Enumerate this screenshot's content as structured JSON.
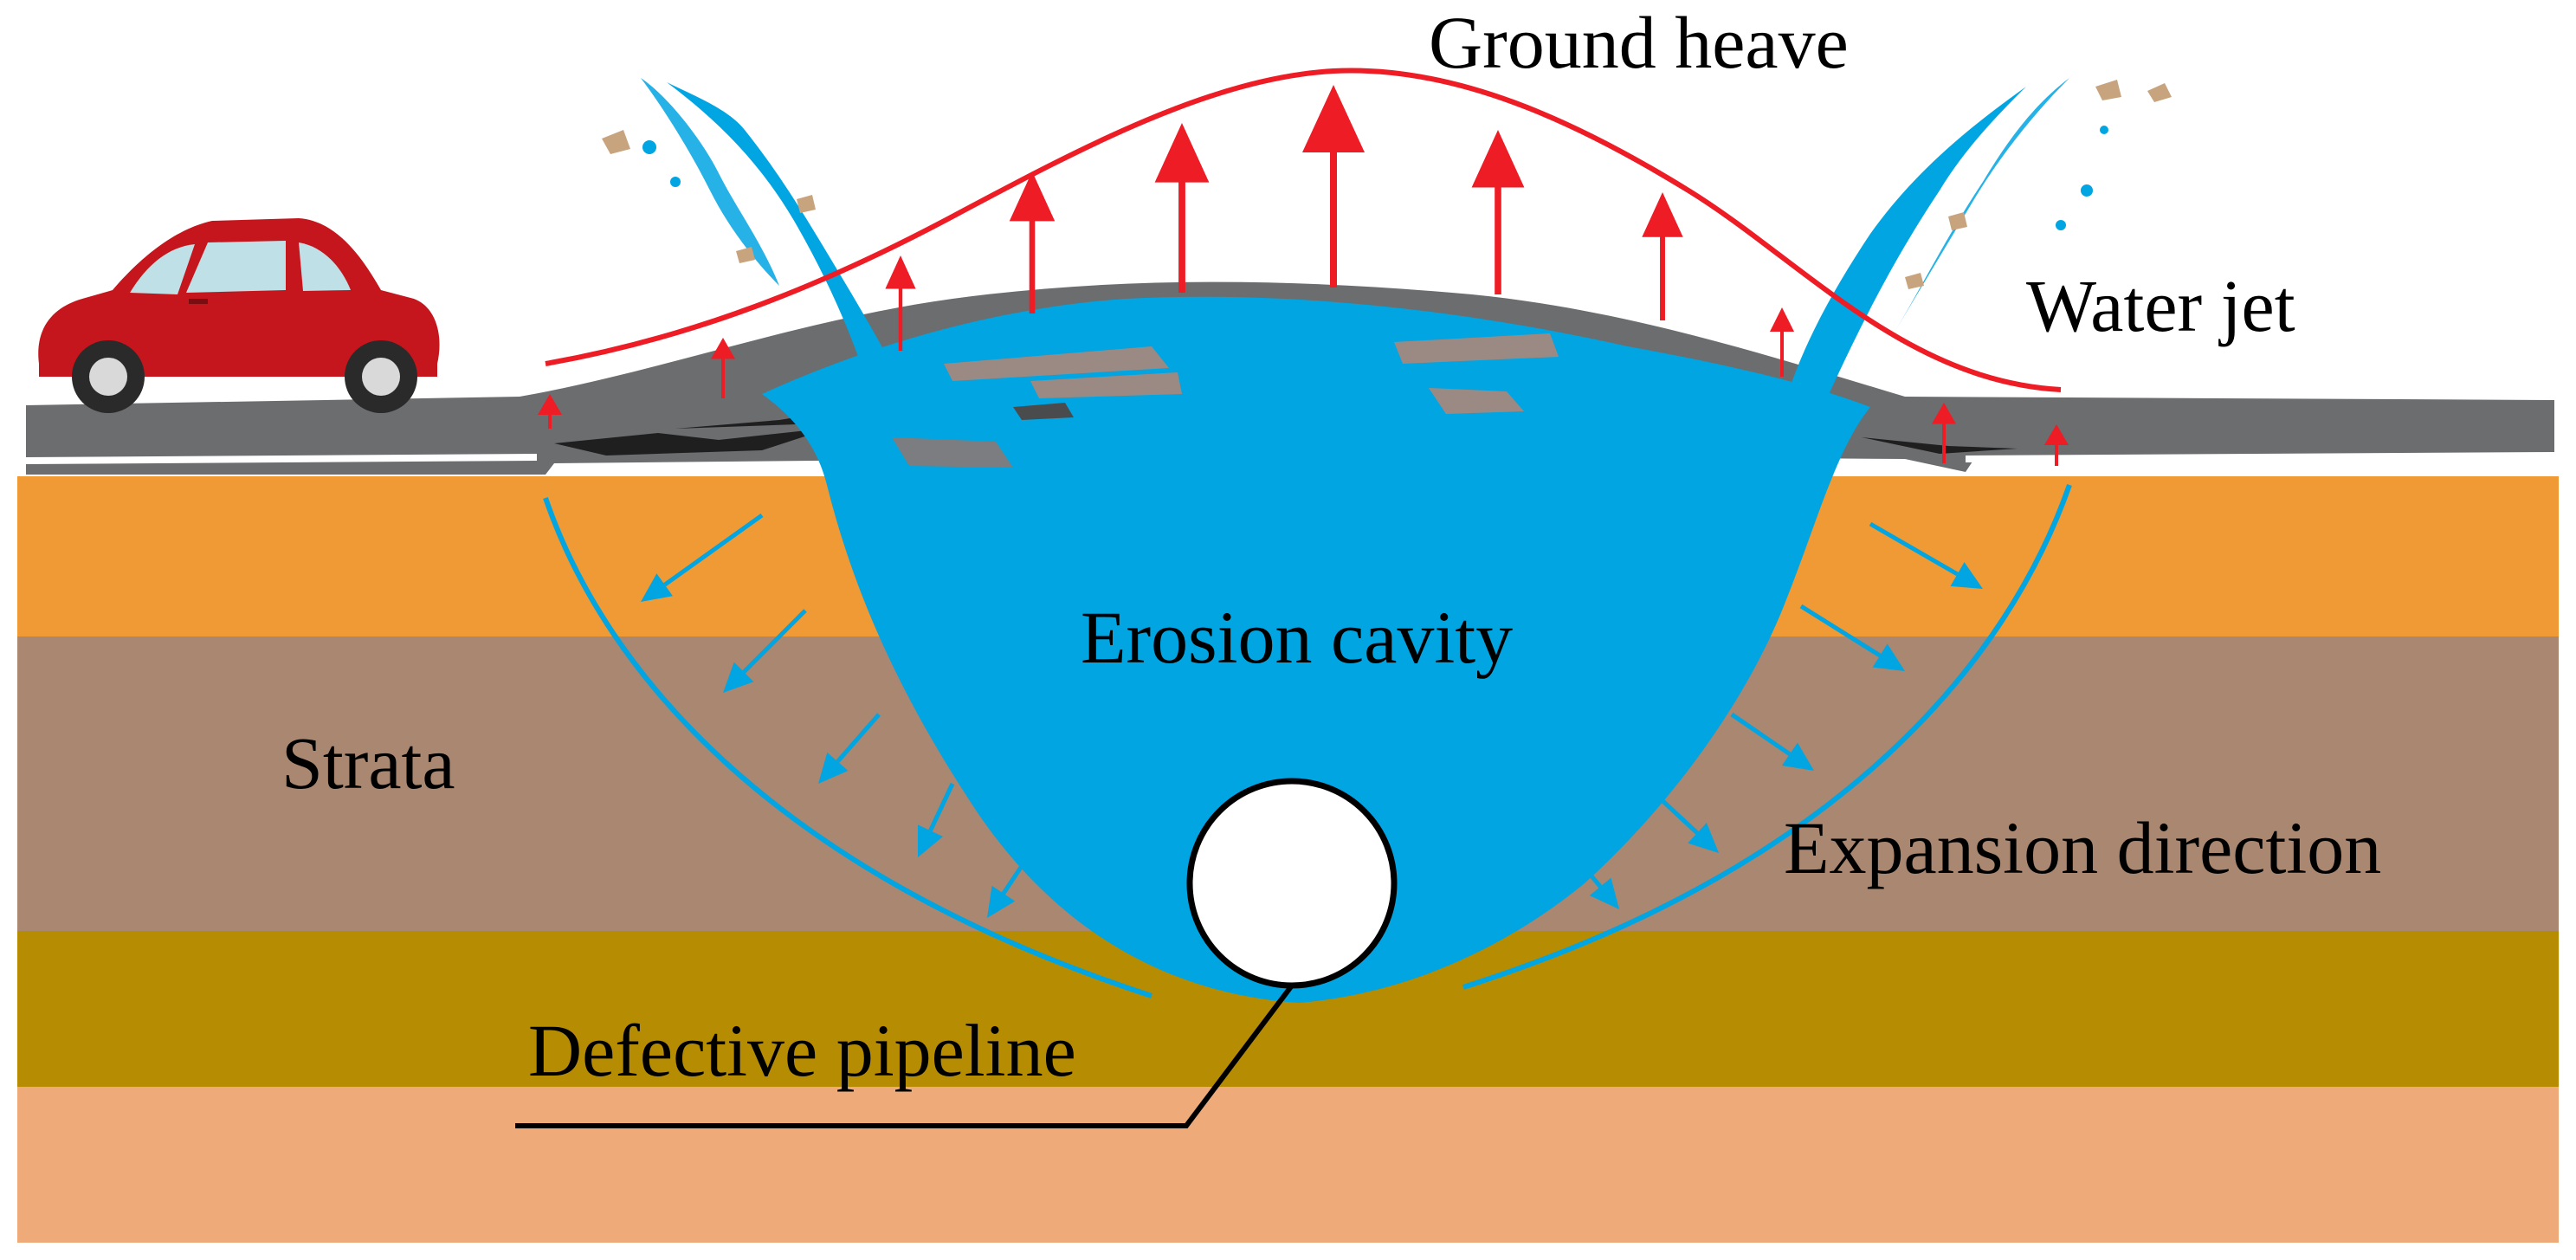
{
  "labels": {
    "ground_heave": "Ground heave",
    "water_jet": "Water jet",
    "erosion_cavity": "Erosion cavity",
    "strata": "Strata",
    "expansion_direction": "Expansion direction",
    "defective_pipeline": "Defective pipeline"
  },
  "colors": {
    "road": "#6b6d6f",
    "road_crack": "#1f1f1f",
    "road_fragment": "#9b8a84",
    "strata_orange": "#ef9a34",
    "strata_brown": "#a98770",
    "strata_olive": "#b68c03",
    "strata_peach": "#eeaa78",
    "water": "#00a5e2",
    "heave_red": "#ee1c25",
    "car_red": "#c4161c",
    "debris": "#c8a47e"
  },
  "icons": {
    "car": "car-icon",
    "pipe": "pipe-icon"
  }
}
